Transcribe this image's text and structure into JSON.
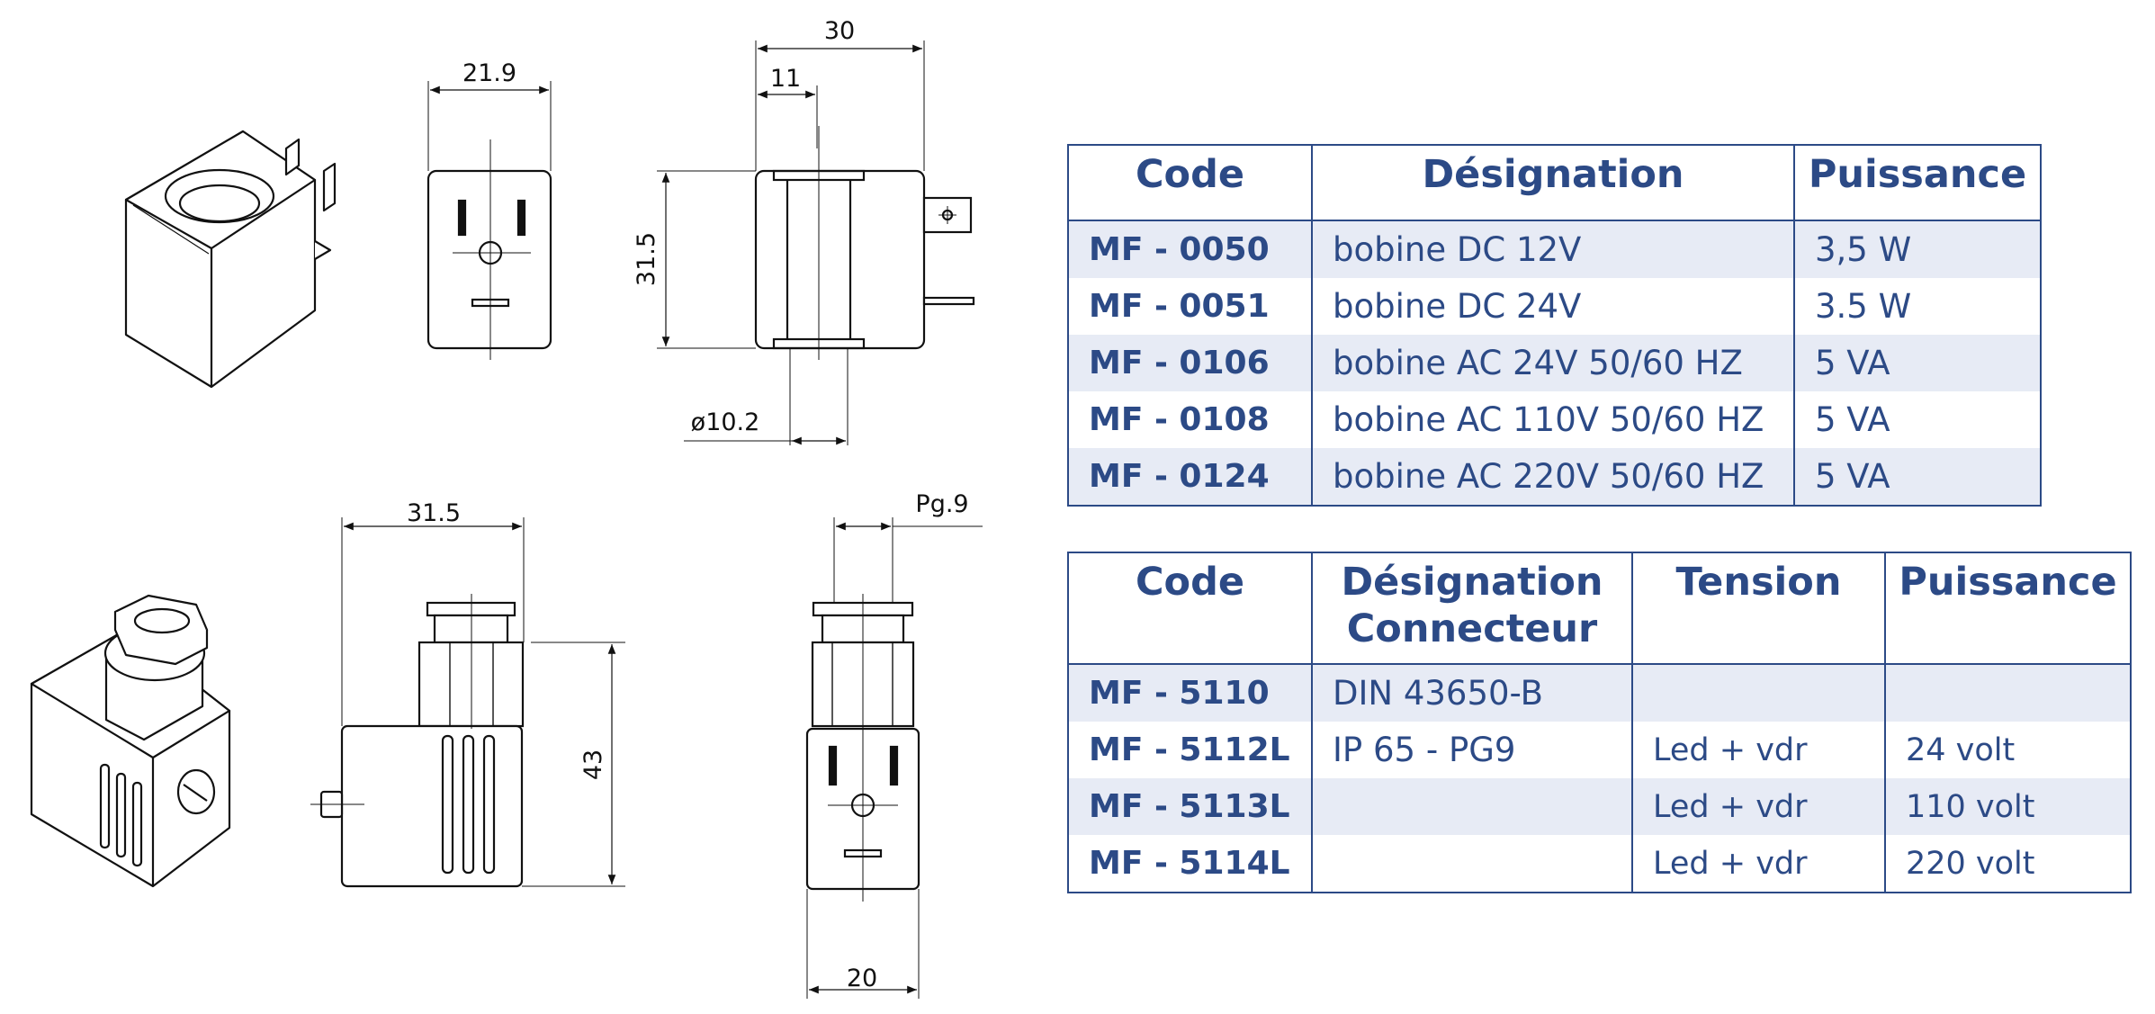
{
  "dimensions": {
    "side_width": "21.9",
    "top_width": "30",
    "top_offset": "11",
    "top_height": "31.5",
    "bore": "ø10.2",
    "conn_width": "31.5",
    "conn_height": "43",
    "conn_front_width": "20",
    "conn_gland": "Pg.9"
  },
  "table_coils": {
    "headers": [
      "Code",
      "Désignation",
      "Puissance"
    ],
    "rows": [
      {
        "code": "MF - 0050",
        "designation": "bobine DC 12V",
        "power": "3,5 W"
      },
      {
        "code": "MF - 0051",
        "designation": "bobine DC 24V",
        "power": "3.5 W"
      },
      {
        "code": "MF - 0106",
        "designation": "bobine AC 24V 50/60 HZ",
        "power": "5 VA"
      },
      {
        "code": "MF - 0108",
        "designation": "bobine AC 110V 50/60 HZ",
        "power": "5 VA"
      },
      {
        "code": "MF - 0124",
        "designation": "bobine AC 220V 50/60 HZ",
        "power": "5 VA"
      }
    ]
  },
  "table_connectors": {
    "headers": {
      "code": "Code",
      "designation_line1": "Désignation",
      "designation_line2": "Connecteur",
      "voltage": "Tension",
      "power": "Puissance"
    },
    "rows": [
      {
        "code": "MF - 5110",
        "designation": "DIN 43650-B",
        "voltage": "",
        "power": ""
      },
      {
        "code": "MF - 5112L",
        "designation": "IP 65 - PG9",
        "voltage": "Led + vdr",
        "power": "24 volt"
      },
      {
        "code": "MF - 5113L",
        "designation": "",
        "voltage": "Led + vdr",
        "power": "110 volt"
      },
      {
        "code": "MF - 5114L",
        "designation": "",
        "voltage": "Led + vdr",
        "power": "220 volt"
      }
    ]
  },
  "colors": {
    "table_blue": "#2c4a86",
    "row_shade": "#e7ebf5",
    "drawing_ink": "#1a1a1a"
  }
}
